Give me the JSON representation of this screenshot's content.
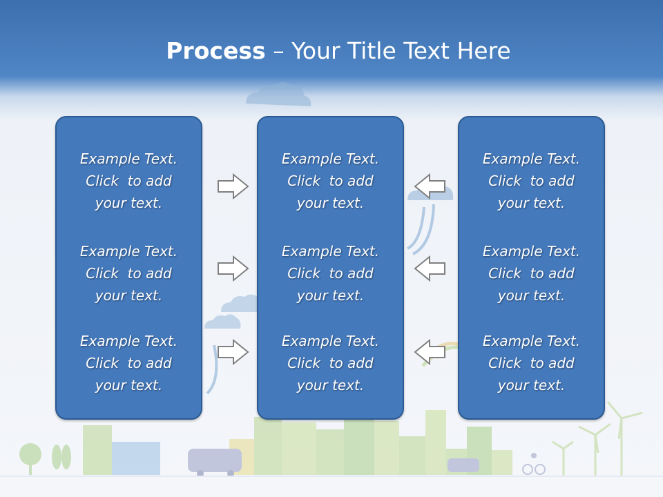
{
  "title": {
    "bold": "Process",
    "rest": " – Your Title Text Here"
  },
  "panels": [
    {
      "blocks": [
        {
          "line1": "Example Text.",
          "line2": "Click  to add",
          "line3": "your text."
        },
        {
          "line1": "Example Text.",
          "line2": "Click  to add",
          "line3": "your text."
        },
        {
          "line1": "Example Text.",
          "line2": "Click  to add",
          "line3": "your text."
        }
      ]
    },
    {
      "blocks": [
        {
          "line1": "Example Text.",
          "line2": "Click  to add",
          "line3": "your text."
        },
        {
          "line1": "Example Text.",
          "line2": "Click  to add",
          "line3": "your text."
        },
        {
          "line1": "Example Text.",
          "line2": "Click  to add",
          "line3": "your text."
        }
      ]
    },
    {
      "blocks": [
        {
          "line1": "Example Text.",
          "line2": "Click  to add",
          "line3": "your text."
        },
        {
          "line1": "Example Text.",
          "line2": "Click  to add",
          "line3": "your text."
        },
        {
          "line1": "Example Text.",
          "line2": "Click  to add",
          "line3": "your text."
        }
      ]
    }
  ],
  "arrows": {
    "left_column": "right",
    "right_column": "left"
  },
  "colors": {
    "header_blue": "#3d6fae",
    "panel_fill": "#4479bc",
    "panel_border": "#2c5a92",
    "arrow_fill": "#ffffff",
    "arrow_stroke": "#7f7f7f"
  }
}
